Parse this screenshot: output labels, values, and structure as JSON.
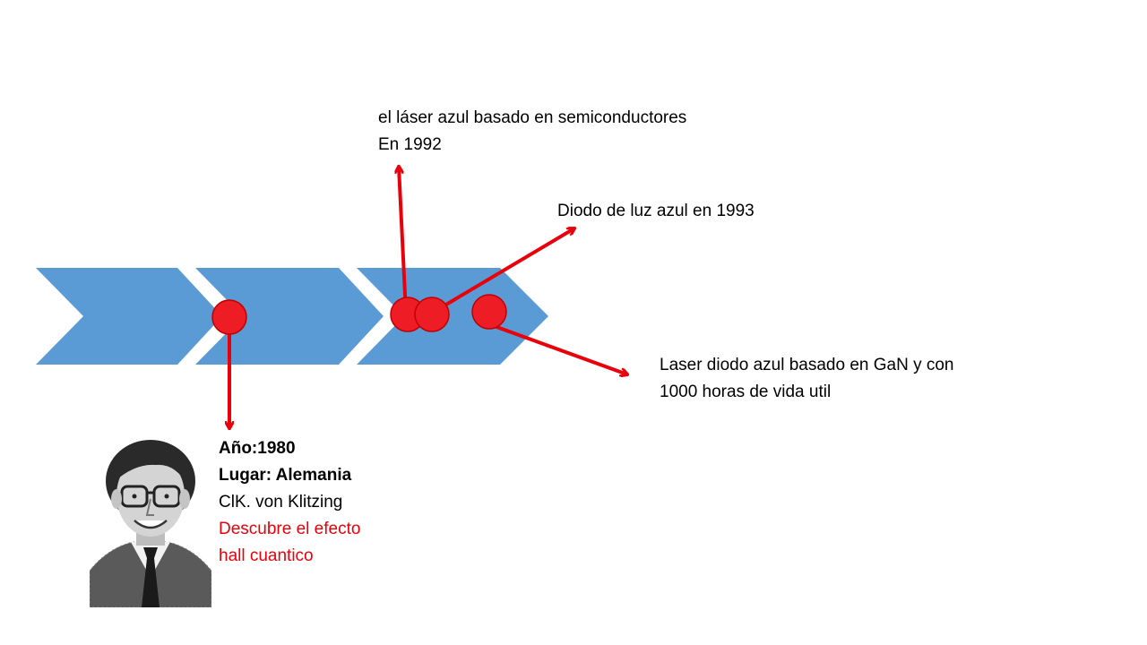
{
  "colors": {
    "chevron_fill": "#5b9bd5",
    "marker": "#ee1c25",
    "marker_stroke": "#c00000",
    "arrow": "#e8000b",
    "highlight_text": "#e8000b"
  },
  "events": {
    "laser_1992": {
      "line1": "el láser azul basado en semiconductores",
      "line2": "En 1992"
    },
    "diode_1993": {
      "line1": "Diodo de luz azul en 1993"
    },
    "gan_laser": {
      "line1": "Laser diodo azul basado en GaN y con",
      "line2": "1000 horas de vida util"
    },
    "klitzing_1980": {
      "year": "Año:1980",
      "place": "Lugar: Alemania",
      "person": "ClK. von Klitzing",
      "discovery_line1": "Descubre el efecto",
      "discovery_line2": "hall cuantico"
    }
  },
  "photo": {
    "icon": "portrait-photo"
  }
}
